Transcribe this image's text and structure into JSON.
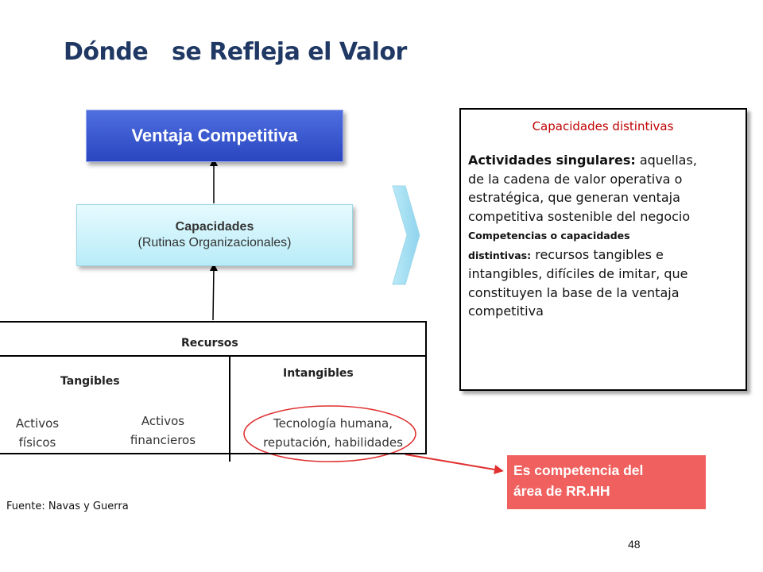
{
  "title": "Dónde   se Refleja el Valor",
  "ventaja": "Ventaja Competitiva",
  "capacidades": {
    "title": "Capacidades",
    "subtitle": "(Rutinas Organizacionales)"
  },
  "recursos": {
    "header": "Recursos",
    "tangibles": "Tangibles",
    "intangibles": "Intangibles",
    "activos_fisicos": [
      "Activos",
      "físicos"
    ],
    "activos_financieros": [
      "Activos",
      "financieros"
    ],
    "tecnologia": [
      "Tecnología humana,",
      "reputación, habilidades"
    ]
  },
  "info": {
    "heading": "Capacidades distintivas",
    "act_bold": "Actividades singulares:",
    "act_rest": " aquellas,",
    "lines": [
      "de la cadena de valor operativa o",
      "estratégica, que generan ventaja",
      "competitiva sostenible del negocio"
    ],
    "comp_bold_1": "Competencias  o  capacidades",
    "comp_bold_2": "distintivas:",
    "comp_rest": " recursos tangibles e",
    "lines2": [
      "intangibles, difíciles de imitar, que",
      "constituyen la base de la ventaja",
      "competitiva"
    ]
  },
  "rrhh": [
    "Es competencia del",
    "área de RR.HH"
  ],
  "source": "Fuente: Navas y Guerra",
  "page_number": "48",
  "colors": {
    "title": "#1F3864",
    "ventaja_fill": "#3B5BDB",
    "capacidades_fill": "#CFF3FB",
    "info_heading": "#C00000",
    "rrhh_fill": "#F0605E",
    "highlight_ellipse": "#E03030"
  }
}
